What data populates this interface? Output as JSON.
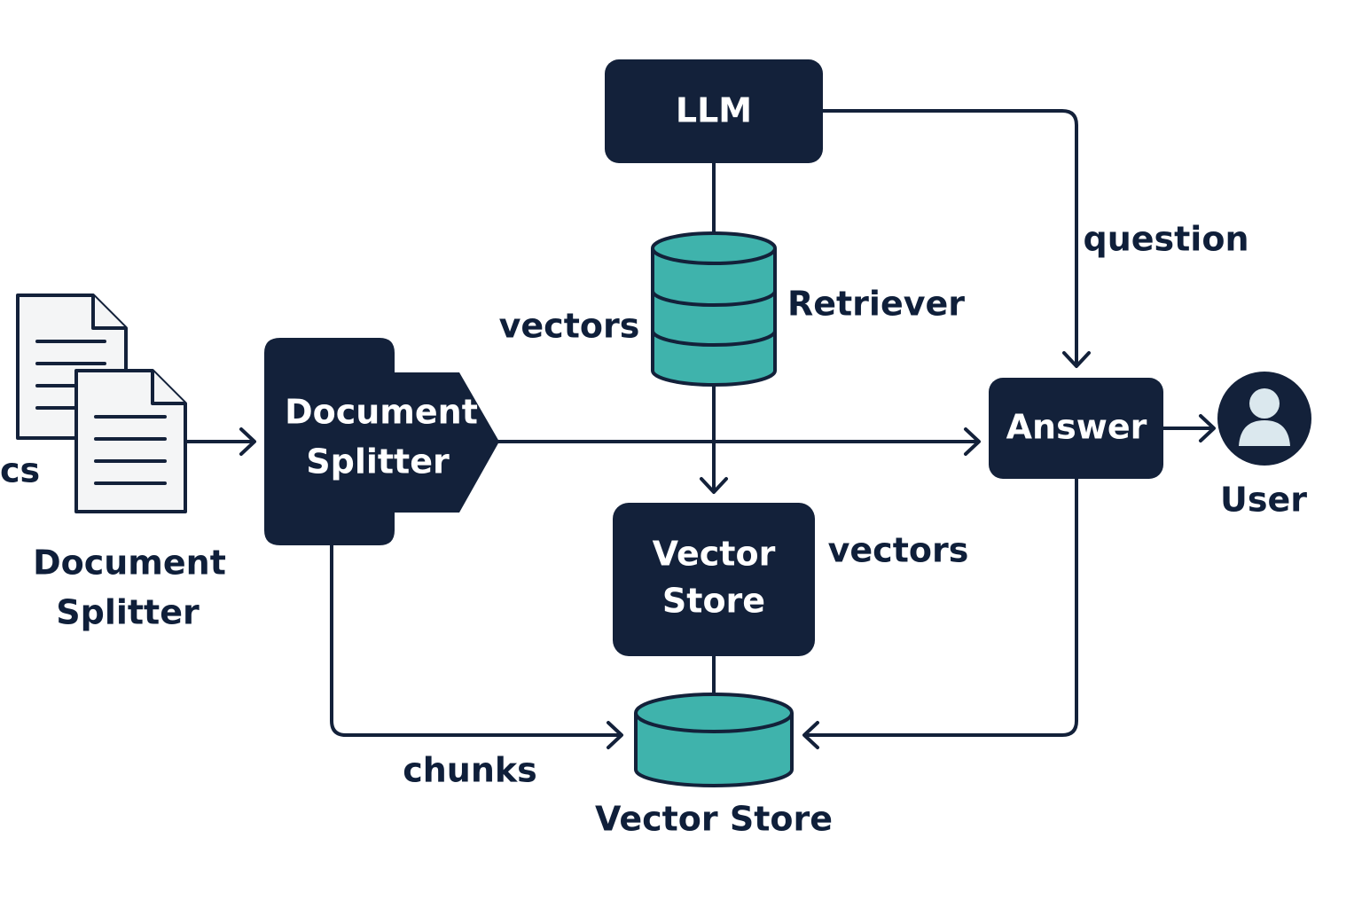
{
  "nodes": {
    "llm": {
      "label": "LLM"
    },
    "document_splitter": {
      "line1": "Document",
      "line2": "Splitter"
    },
    "answer": {
      "label": "Answer"
    },
    "vector_store_box": {
      "line1": "Vector",
      "line2": "Store"
    },
    "user": {
      "label": "User"
    }
  },
  "labels": {
    "docs_partial": "cs",
    "document_splitter_caption_line1": "Document",
    "document_splitter_caption_line2": "Splitter",
    "vectors_left": "vectors",
    "retriever": "Retriever",
    "question": "question",
    "vectors_right": "vectors",
    "chunks": "chunks",
    "vector_store_caption": "Vector Store"
  },
  "colors": {
    "node": "#13213a",
    "database": "#3fb3ac",
    "page": "#f4f5f6",
    "user_icon": "#dbe8ee"
  },
  "icons": [
    "document-icon",
    "database-icon",
    "user-icon",
    "arrow-icon"
  ]
}
